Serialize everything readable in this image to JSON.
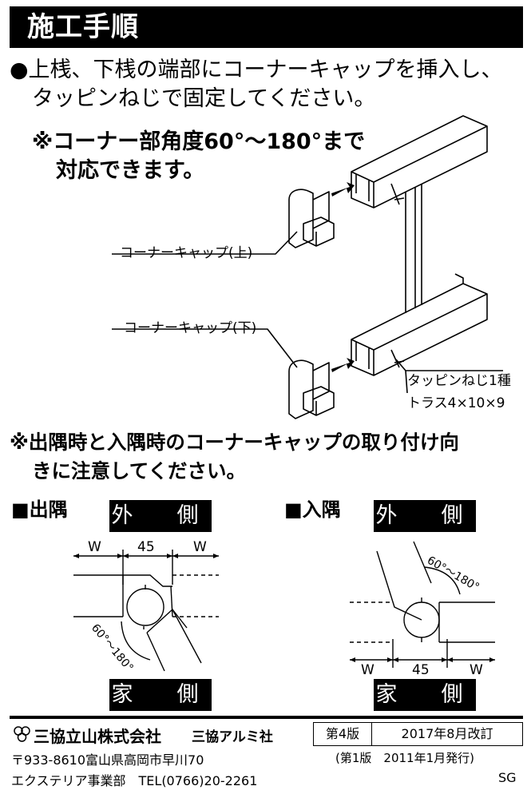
{
  "header": {
    "title": "施工手順"
  },
  "instructions": {
    "line1": "●上桟、下桟の端部にコーナーキャップを挿入し、",
    "line2": "タッピンねじで固定してください。",
    "note1_line1": "※コーナー部角度60°～180°まで",
    "note1_line2": "対応できます。",
    "note2_line1": "※出隅時と入隅時のコーナーキャップの取り付け向",
    "note2_line2": "きに注意してください。"
  },
  "diagram": {
    "cap_upper_label": "コーナーキャップ(上)",
    "cap_lower_label": "コーナーキャップ(下)",
    "screw_label1": "タッピンねじ1種",
    "screw_label2": "トラス4×10×9"
  },
  "outer_corner": {
    "heading": "■出隅",
    "outside": "外　側",
    "house": "家　側",
    "dim_w_left": "W",
    "dim_45": "45",
    "dim_w_right": "W",
    "angle": "60°～180°"
  },
  "inner_corner": {
    "heading": "■入隅",
    "outside": "外　側",
    "house": "家　側",
    "dim_w_left": "W",
    "dim_45": "45",
    "dim_w_right": "W",
    "angle": "60°～180°"
  },
  "footer": {
    "company": "三協立山株式会社",
    "division": "三協アルミ社",
    "edition": "第4版",
    "revision": "2017年8月改訂",
    "address": "〒933-8610富山県高岡市早川70",
    "first_edition": "(第1版　2011年1月発行)",
    "dept_tel": "エクステリア事業部　TEL(0766)20-2261",
    "code": "SG"
  }
}
